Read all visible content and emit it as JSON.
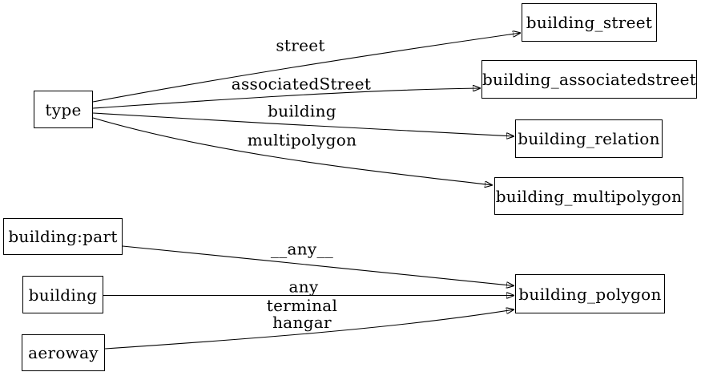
{
  "diagram": {
    "kind": "directed-graph",
    "background_color": "#ffffff",
    "stroke_color": "#000000",
    "nodes": [
      {
        "id": "type",
        "label": "type"
      },
      {
        "id": "building_street",
        "label": "building_street"
      },
      {
        "id": "building_associatedstreet",
        "label": "building_associatedstreet"
      },
      {
        "id": "building_relation",
        "label": "building_relation"
      },
      {
        "id": "building_multipolygon",
        "label": "building_multipolygon"
      },
      {
        "id": "building_part",
        "label": "building:part"
      },
      {
        "id": "building",
        "label": "building"
      },
      {
        "id": "aeroway",
        "label": "aeroway"
      },
      {
        "id": "building_polygon",
        "label": "building_polygon"
      }
    ],
    "edges": [
      {
        "from": "type",
        "to": "building_street",
        "label": "street"
      },
      {
        "from": "type",
        "to": "building_associatedstreet",
        "label": "associatedStreet"
      },
      {
        "from": "type",
        "to": "building_relation",
        "label": "building"
      },
      {
        "from": "type",
        "to": "building_multipolygon",
        "label": "multipolygon"
      },
      {
        "from": "building:part",
        "to": "building_polygon",
        "label": "__any__"
      },
      {
        "from": "building",
        "to": "building_polygon",
        "label": "__any__"
      },
      {
        "from": "aeroway",
        "to": "building_polygon",
        "label": "terminal\nhangar"
      }
    ]
  }
}
